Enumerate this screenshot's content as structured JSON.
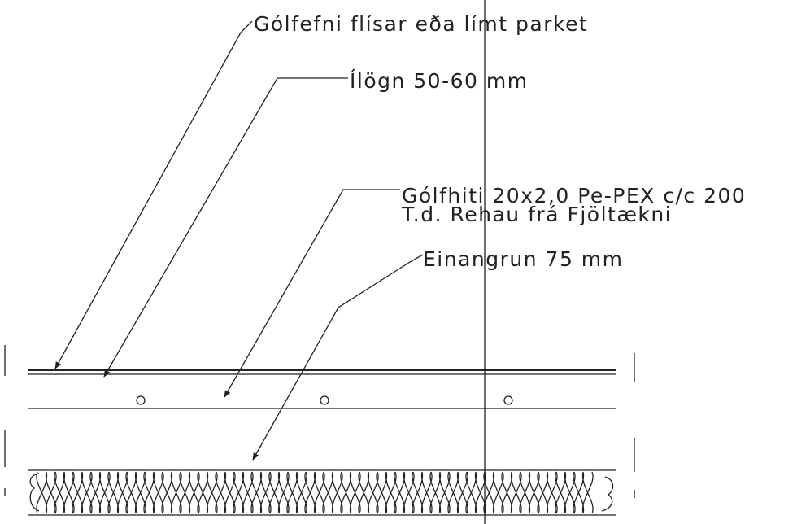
{
  "labels": {
    "floor_finish": "Gólfefni flísar eða límt parket",
    "screed": "Ílögn 50-60 mm",
    "heating_line1": "Gólfhiti 20x2,0 Pe-PEX c/c 200",
    "heating_line2": "T.d. Rehau frá Fjöltækni",
    "insulation": "Einangrun 75 mm"
  },
  "colors": {
    "ink": "#222222",
    "background": "#ffffff"
  },
  "pipe_count": 3
}
